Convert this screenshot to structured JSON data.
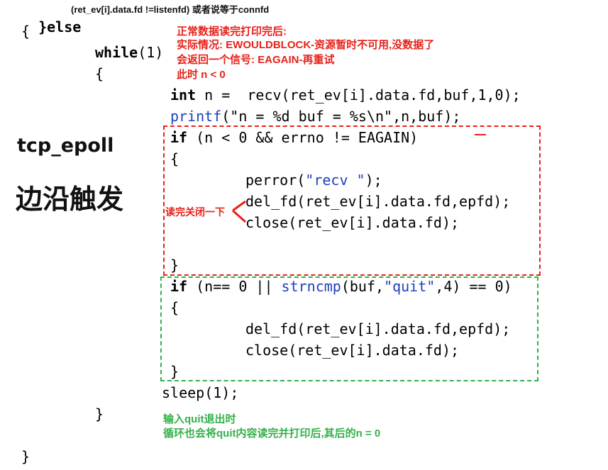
{
  "code": {
    "else_kw": "}else",
    "line_open1": "{",
    "while_kw": "while",
    "while_rest": "(1)",
    "line_open2": "{",
    "int_kw": "int",
    "recv_line": " n =  recv(ret_ev[i].data.fd,buf,1,0);",
    "printf_fn": "printf",
    "printf_rest": "(\"n = %d buf = %s\\n\",n,buf);",
    "if1_kw": "if",
    "if1_rest": " (n < 0 && errno != EAGAIN)",
    "open3": "{",
    "perror_pre": "perror(",
    "perror_str": "\"recv \"",
    "perror_post": ");",
    "del_fd_1": "del_fd(ret_ev[i].data.fd,epfd);",
    "close_1": "close(ret_ev[i].data.fd);",
    "close3": "}",
    "if2_kw": "if",
    "if2_mid": " (n== 0 || ",
    "if2_fn": "strncmp",
    "if2_args_pre": "(buf,",
    "if2_str": "\"quit\"",
    "if2_tail": ",4) == 0)",
    "open4": "{",
    "del_fd_2": "del_fd(ret_ev[i].data.fd,epfd);",
    "close_2": "close(ret_ev[i].data.fd);",
    "close4": "}",
    "sleep_line": "sleep(1);",
    "close2": "}",
    "close1": "}"
  },
  "annotations": {
    "header_note": "(ret_ev[i].data.fd !=listenfd) 或者说等于connfd",
    "red_note_1": "正常数据读完打印完后:",
    "red_note_2": "实际情况: EWOULDBLOCK-资源暂时不可用,没数据了",
    "red_note_3": "会返回一个信号: EAGAIN-再重试",
    "red_note_4": "此时 n < 0",
    "close_note": "读完关闭一下",
    "green_note_1": "输入quit退出时",
    "green_note_2": "循环也会将quit内容读完并打印后,其后的n = 0"
  },
  "side": {
    "title": "tcp_epoll",
    "subtitle": "边沿触发"
  },
  "colors": {
    "red": "#e8211a",
    "green": "#33b14a",
    "blue": "#1f3fbf"
  }
}
